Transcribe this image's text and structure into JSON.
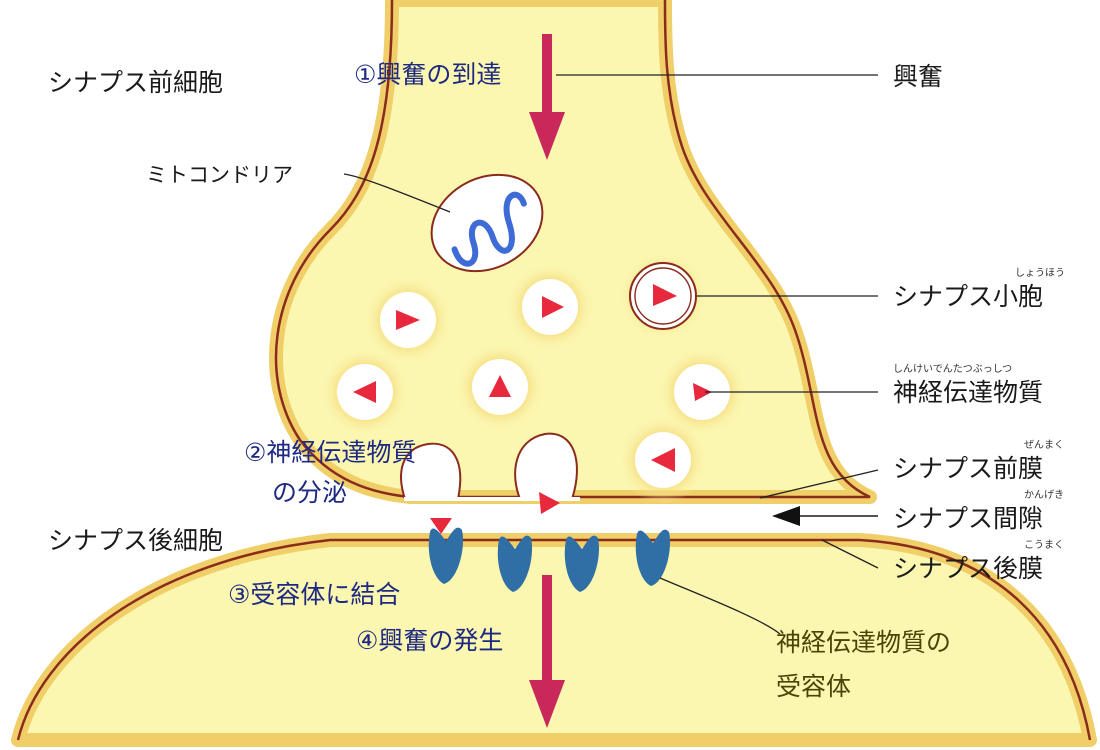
{
  "diagram": {
    "labels": {
      "presynaptic_cell": "シナプス前細胞",
      "postsynaptic_cell": "シナプス後細胞",
      "excitation": "興奮",
      "mitochondria": "ミトコンドリア",
      "synaptic_vesicle": "シナプス小胞",
      "synaptic_vesicle_ruby": "しょうほう",
      "neurotransmitter": "神経伝達物質",
      "neurotransmitter_ruby": "しんけいでんたつぶっしつ",
      "presynaptic_membrane": "シナプス前膜",
      "presynaptic_membrane_ruby": "ぜんまく",
      "synaptic_cleft": "シナプス間隙",
      "synaptic_cleft_ruby": "かんげき",
      "postsynaptic_membrane": "シナプス後膜",
      "postsynaptic_membrane_ruby": "こうまく",
      "receptor_line1": "神経伝達物質の",
      "receptor_line2": "受容体"
    },
    "steps": {
      "step1": "①興奮の到達",
      "step2_line1": "②神経伝達物質",
      "step2_line2": "の分泌",
      "step3": "③受容体に結合",
      "step4": "④興奮の発生"
    },
    "colors": {
      "cytoplasm": "#fbf6b0",
      "cytoplasm_glow": "#f0cf68",
      "membrane": "#8a2b1c",
      "arrow": "#c8285a",
      "neurotransmitter": "#e8283c",
      "receptor": "#2f6fa6",
      "mitochondria_crista": "#3f6bd6",
      "step_text": "#1e2a82"
    }
  }
}
